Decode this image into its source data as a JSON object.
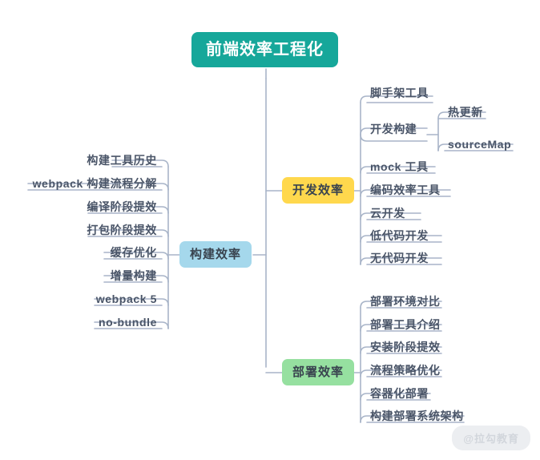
{
  "meta": {
    "colors": {
      "background": "#ffffff",
      "root_fill": "#16a79a",
      "root_text": "#ffffff",
      "dev_fill": "#ffd84d",
      "build_fill": "#a5d8ec",
      "deploy_fill": "#96e0a0",
      "leaf_text": "#4a5568",
      "connector": "#a8b4c8",
      "watermark_bg": "#eceef1",
      "watermark_text": "#d2d6dc"
    }
  },
  "root": {
    "label": "前端效率工程化"
  },
  "branches": {
    "dev": {
      "label": "开发效率",
      "children": [
        {
          "label": "脚手架工具"
        },
        {
          "label": "开发构建",
          "children": [
            {
              "label": "热更新"
            },
            {
              "label": "sourceMap"
            }
          ]
        },
        {
          "label": "mock 工具"
        },
        {
          "label": "编码效率工具"
        },
        {
          "label": "云开发"
        },
        {
          "label": "低代码开发"
        },
        {
          "label": "无代码开发"
        }
      ]
    },
    "build": {
      "label": "构建效率",
      "children": [
        {
          "label": "构建工具历史"
        },
        {
          "label": "webpack 构建流程分解"
        },
        {
          "label": "编译阶段提效"
        },
        {
          "label": "打包阶段提效"
        },
        {
          "label": "缓存优化"
        },
        {
          "label": "增量构建"
        },
        {
          "label": "webpack 5"
        },
        {
          "label": "no-bundle"
        }
      ]
    },
    "deploy": {
      "label": "部署效率",
      "children": [
        {
          "label": "部署环境对比"
        },
        {
          "label": "部署工具介绍"
        },
        {
          "label": "安装阶段提效"
        },
        {
          "label": "流程策略优化"
        },
        {
          "label": "容器化部署"
        },
        {
          "label": "构建部署系统架构"
        }
      ]
    }
  },
  "watermark": {
    "label": "@拉勾教育"
  }
}
